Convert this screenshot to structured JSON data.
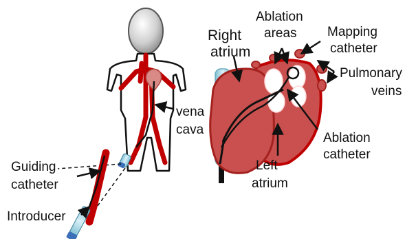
{
  "labels": {
    "right_atrium": [
      "Right",
      "atrium"
    ],
    "ablation_areas": [
      "Ablation",
      "areas"
    ],
    "mapping_catheter": [
      "Mapping",
      "catheter"
    ],
    "pulmonary_veins": [
      "Pulmonary",
      "veins"
    ],
    "vena_cava": [
      "vena",
      "cava"
    ],
    "ablation_catheter": [
      "Ablation",
      "catheter"
    ],
    "left_atrium": [
      "Left",
      "atrium"
    ],
    "guiding_catheter": [
      "Guiding",
      "catheter"
    ],
    "introducer": "Introducer"
  },
  "colors": {
    "vessel": "#c00000",
    "heart": "#c9504e",
    "heart_dark": "#a3211f",
    "catheter": "#111111",
    "tube": "#9fd3e3",
    "head": "#c9c9c9"
  }
}
